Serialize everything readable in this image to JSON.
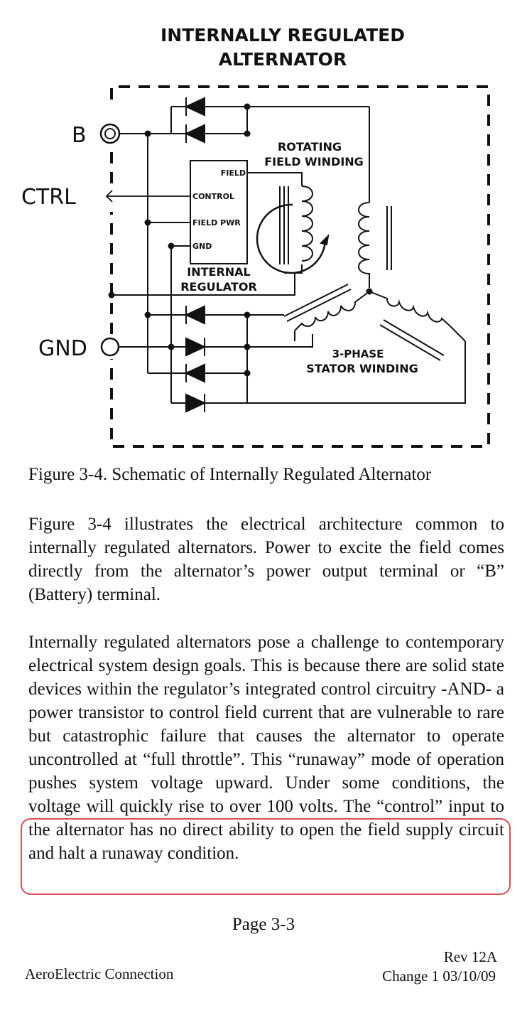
{
  "diagram": {
    "title_line1": "INTERNALLY REGULATED",
    "title_line2": "ALTERNATOR",
    "terminal_b": "B",
    "terminal_ctrl": "CTRL",
    "terminal_gnd": "GND",
    "regulator_pins": {
      "field": "FIELD",
      "control": "CONTROL",
      "field_pwr": "FIELD PWR",
      "gnd": "GND"
    },
    "regulator_label_line1": "INTERNAL",
    "regulator_label_line2": "REGULATOR",
    "rotor_label_line1": "ROTATING",
    "rotor_label_line2": "FIELD WINDING",
    "stator_label_line1": "3-PHASE",
    "stator_label_line2": "STATOR WINDING"
  },
  "caption": "Figure 3-4. Schematic of Internally Regulated Alternator",
  "paragraphs": {
    "p1": "Figure 3-4 illustrates the electrical architecture common to internally regulated alternators. Power to excite the field comes directly from the alternator’s power output terminal or “B” (Battery) terminal.",
    "p2_before": "Internally regulated alternators pose a challenge to contemporary electrical system design goals. This is because there are solid state devices within the regulator’s integrated control circuitry -AND- a power transistor to control field current that are vulnerable to rare but catastrophic failure that causes the alternator to operate uncontrolled at “full throttle”. This “runaway” mode of operation pushes system voltage upward. Under some conditions, the voltage will",
    "p2_highlighted": "quickly rise to over 100 volts. The “control” input to the alternator has no direct ability to open the field supply circuit and halt a runaway condition."
  },
  "highlight_color": "#dc4b55",
  "footer": {
    "page": "Page 3-3",
    "rev": "Rev 12A",
    "org": "AeroElectric Connection",
    "change": "Change 1 03/10/09"
  }
}
